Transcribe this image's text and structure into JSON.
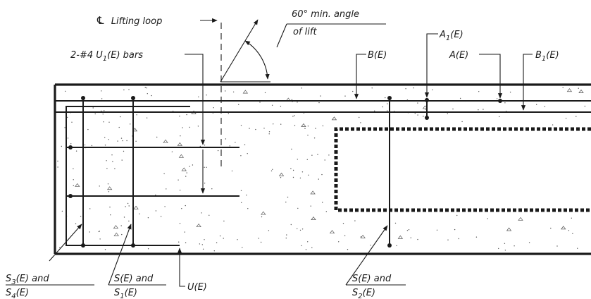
{
  "labels": {
    "lifting_loop": "Lifting loop",
    "angle_line1": "60° min. angle",
    "angle_line2": "of lift",
    "u1_pre": "2-#4 U",
    "u1_sub": "1",
    "u1_post": "(E) bars",
    "b": "B(E)",
    "a1_pre": "A",
    "a1_sub": "1",
    "a1_post": "(E)",
    "a": "A(E)",
    "b1_pre": "B",
    "b1_sub": "1",
    "b1_post": "(E)",
    "s3_pre": "S",
    "s3_sub": "3",
    "s3_post": "(E) and",
    "s4_pre": "S",
    "s4_sub": "4",
    "s4_post": "(E)",
    "s_s1_line1": "S(E) and",
    "s1_pre": "S",
    "s1_sub": "1",
    "s1_post": "(E)",
    "u": "U(E)",
    "s_s2_line1": "S(E) and",
    "s2_pre": "S",
    "s2_sub": "2",
    "s2_post": "(E)"
  },
  "symbols": {
    "centerline": "℄"
  }
}
